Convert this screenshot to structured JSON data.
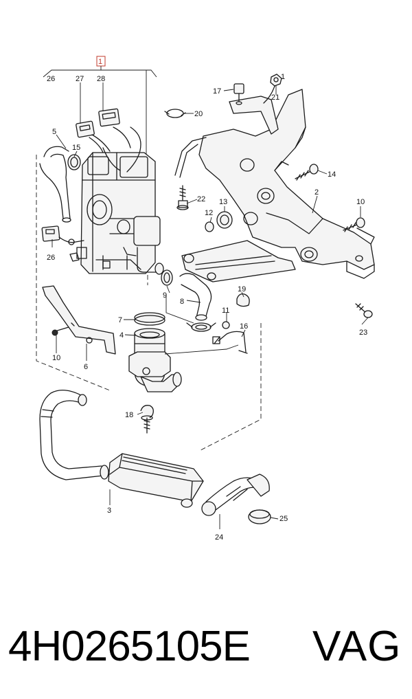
{
  "diagram": {
    "callouts": {
      "c1": "1",
      "c2": "2",
      "c3": "3",
      "c4": "4",
      "c5": "5",
      "c6": "6",
      "c7": "7",
      "c8": "8",
      "c9": "9",
      "c10a": "10",
      "c10b": "10",
      "c11": "11",
      "c12": "12",
      "c13": "13",
      "c14": "14",
      "c15": "15",
      "c16": "16",
      "c17": "17",
      "c18": "18",
      "c19": "19",
      "c20": "20",
      "c21": "21",
      "c22": "22",
      "c23": "23",
      "c24": "24",
      "c25": "25",
      "c26a": "26",
      "c26b": "26",
      "c27": "27",
      "c28": "28"
    },
    "highlight_color": "#c0392b"
  },
  "footer": {
    "part_number": "4H0265105E",
    "brand": "VAG"
  }
}
